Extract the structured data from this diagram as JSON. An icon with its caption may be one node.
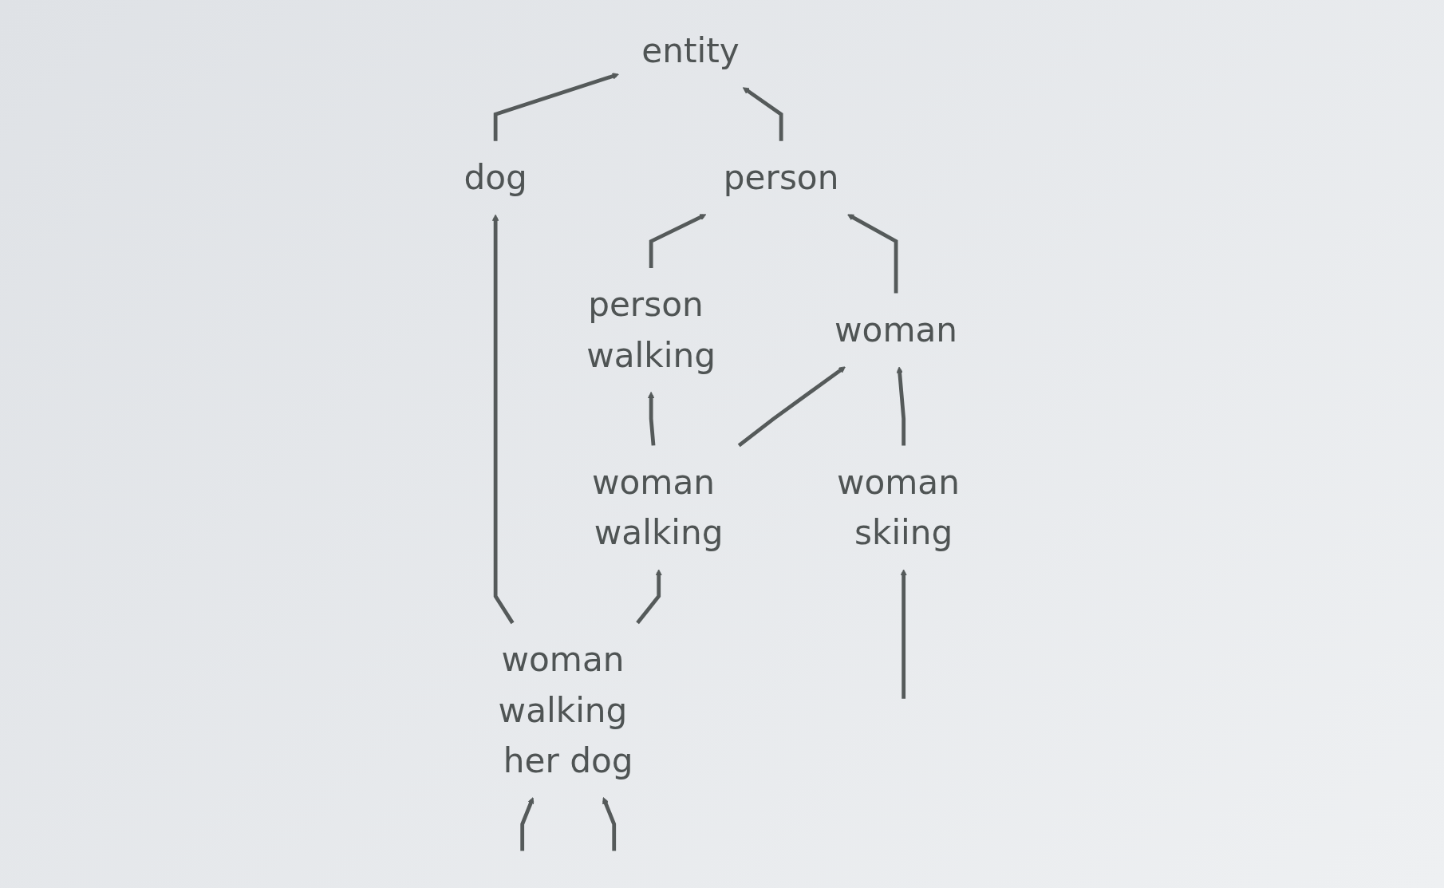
{
  "diagram": {
    "nodes": [
      {
        "text": [
          "entity"
        ]
      },
      {
        "text": [
          "person"
        ]
      },
      {
        "text": [
          "dog"
        ]
      },
      {
        "text": [
          "woman"
        ]
      },
      {
        "text": [
          "person walking"
        ]
      },
      {
        "text": [
          "woman walking"
        ]
      },
      {
        "text": [
          "woman skiing"
        ]
      },
      {
        "text": [
          "woman walking her dog"
        ]
      }
    ],
    "edges": [
      {
        "from": 1,
        "to": 0,
        "arrow": "to"
      },
      {
        "from": 2,
        "to": 0,
        "arrow": "to"
      },
      {
        "from": 3,
        "to": 1,
        "arrow": "to"
      },
      {
        "from": 4,
        "to": 1,
        "arrow": "to"
      },
      {
        "from": 5,
        "to": 3,
        "arrow": "to"
      },
      {
        "from": 5,
        "to": 4,
        "arrow": "to"
      },
      {
        "from": 6,
        "to": 3,
        "arrow": "to"
      },
      {
        "from": 7,
        "to": 5,
        "arrow": "to"
      },
      {
        "from": 7,
        "to": 2,
        "arrow": "to"
      },
      {
        "from": null,
        "to": 6,
        "arrow": "to"
      },
      {
        "from": null,
        "to": 7,
        "arrow": "to"
      },
      {
        "from": null,
        "to": 7,
        "arrow": "to"
      }
    ]
  }
}
